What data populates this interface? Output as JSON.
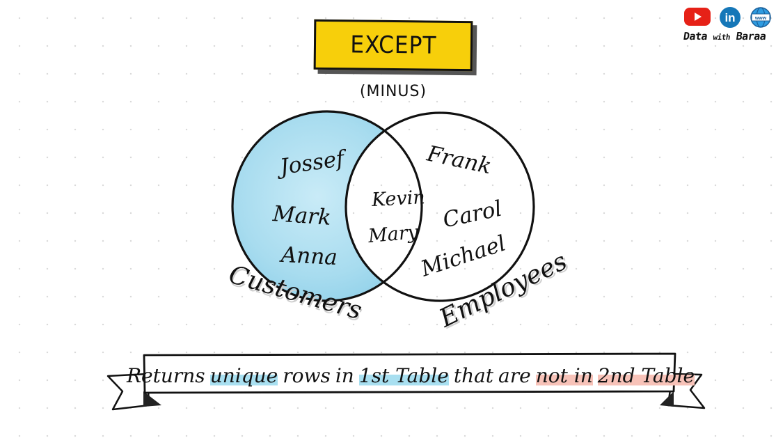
{
  "brand": {
    "icons": [
      "youtube-icon",
      "linkedin-icon",
      "website-globe-icon"
    ],
    "linkedin_glyph": "in",
    "www_glyph": "www",
    "name_part1": "Data",
    "name_part2": "with",
    "name_part3": "Baraa"
  },
  "title": "EXCEPT",
  "subtitle": "(MINUS)",
  "venn": {
    "left_set": {
      "label": "Customers",
      "only_names": [
        "Jossef",
        "Mark",
        "Anna"
      ]
    },
    "right_set": {
      "label": "Employees",
      "only_names": [
        "Frank",
        "Carol",
        "Michael"
      ]
    },
    "overlap_names": [
      "Kevin",
      "Mary"
    ],
    "highlight_color": "#a8dcef"
  },
  "caption": {
    "w1": "Returns",
    "w2": "unique",
    "w3": "rows",
    "w4": "in",
    "w5": "1st Table",
    "w6": "that",
    "w7": "are",
    "w8": "not in",
    "w9": "2nd Table",
    "blue_highlight": "#a8dff0",
    "red_highlight": "#f7c2b8"
  }
}
